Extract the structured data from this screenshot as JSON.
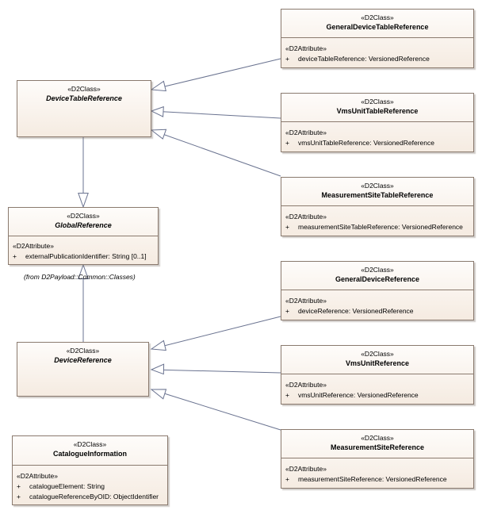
{
  "classes": {
    "gdtr": {
      "stereotype": "«D2Class»",
      "name": "GeneralDeviceTableReference",
      "attr_stereotype": "«D2Attribute»",
      "attrs": [
        {
          "vis": "+",
          "text": "deviceTableReference: VersionedReference"
        }
      ]
    },
    "vutr": {
      "stereotype": "«D2Class»",
      "name": "VmsUnitTableReference",
      "attr_stereotype": "«D2Attribute»",
      "attrs": [
        {
          "vis": "+",
          "text": "vmsUnitTableReference: VersionedReference"
        }
      ]
    },
    "mstr": {
      "stereotype": "«D2Class»",
      "name": "MeasurementSiteTableReference",
      "attr_stereotype": "«D2Attribute»",
      "attrs": [
        {
          "vis": "+",
          "text": "measurementSiteTableReference: VersionedReference"
        }
      ]
    },
    "dtr": {
      "stereotype": "«D2Class»",
      "name": "DeviceTableReference"
    },
    "gr": {
      "stereotype": "«D2Class»",
      "name": "GlobalReference",
      "attr_stereotype": "«D2Attribute»",
      "attrs": [
        {
          "vis": "+",
          "text": "externalPublicationIdentifier: String [0..1]"
        }
      ]
    },
    "gdr": {
      "stereotype": "«D2Class»",
      "name": "GeneralDeviceReference",
      "attr_stereotype": "«D2Attribute»",
      "attrs": [
        {
          "vis": "+",
          "text": "deviceReference: VersionedReference"
        }
      ]
    },
    "vur": {
      "stereotype": "«D2Class»",
      "name": "VmsUnitReference",
      "attr_stereotype": "«D2Attribute»",
      "attrs": [
        {
          "vis": "+",
          "text": "vmsUnitReference: VersionedReference"
        }
      ]
    },
    "msr": {
      "stereotype": "«D2Class»",
      "name": "MeasurementSiteReference",
      "attr_stereotype": "«D2Attribute»",
      "attrs": [
        {
          "vis": "+",
          "text": "measurementSiteReference: VersionedReference"
        }
      ]
    },
    "dr": {
      "stereotype": "«D2Class»",
      "name": "DeviceReference"
    },
    "ci": {
      "stereotype": "«D2Class»",
      "name": "CatalogueInformation",
      "attr_stereotype": "«D2Attribute»",
      "attrs": [
        {
          "vis": "+",
          "text": "catalogueElement: String"
        },
        {
          "vis": "+",
          "text": "catalogueReferenceByOID: ObjectIdentifier"
        }
      ]
    }
  },
  "package_note": "(from D2Payload::Common::Classes)",
  "colors": {
    "line": "#6a7390",
    "border": "#8a7a6e",
    "fill_top": "#fefcfa",
    "fill_bottom": "#f5ebe1"
  }
}
